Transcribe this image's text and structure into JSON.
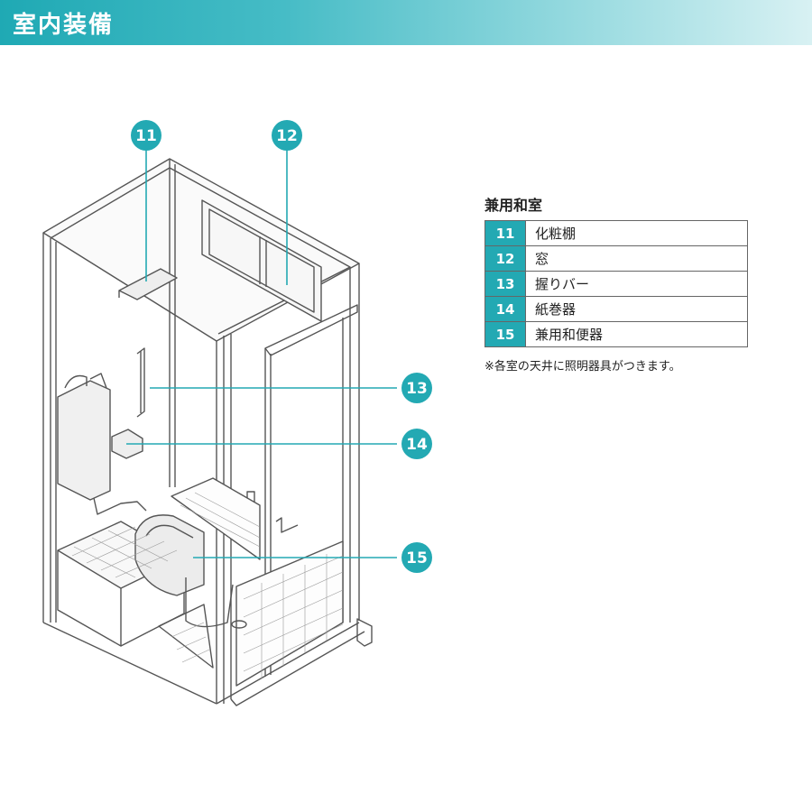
{
  "header": {
    "title": "室内装備"
  },
  "legend": {
    "title": "兼用和室",
    "items": [
      {
        "num": "11",
        "label": "化粧棚"
      },
      {
        "num": "12",
        "label": "窓"
      },
      {
        "num": "13",
        "label": "握りバー"
      },
      {
        "num": "14",
        "label": "紙巻器"
      },
      {
        "num": "15",
        "label": "兼用和便器"
      }
    ],
    "note": "※各室の天井に照明器具がつきます。"
  },
  "callouts": [
    "11",
    "12",
    "13",
    "14",
    "15"
  ],
  "colors": {
    "accent": "#23a9b3",
    "line": "#555555"
  }
}
